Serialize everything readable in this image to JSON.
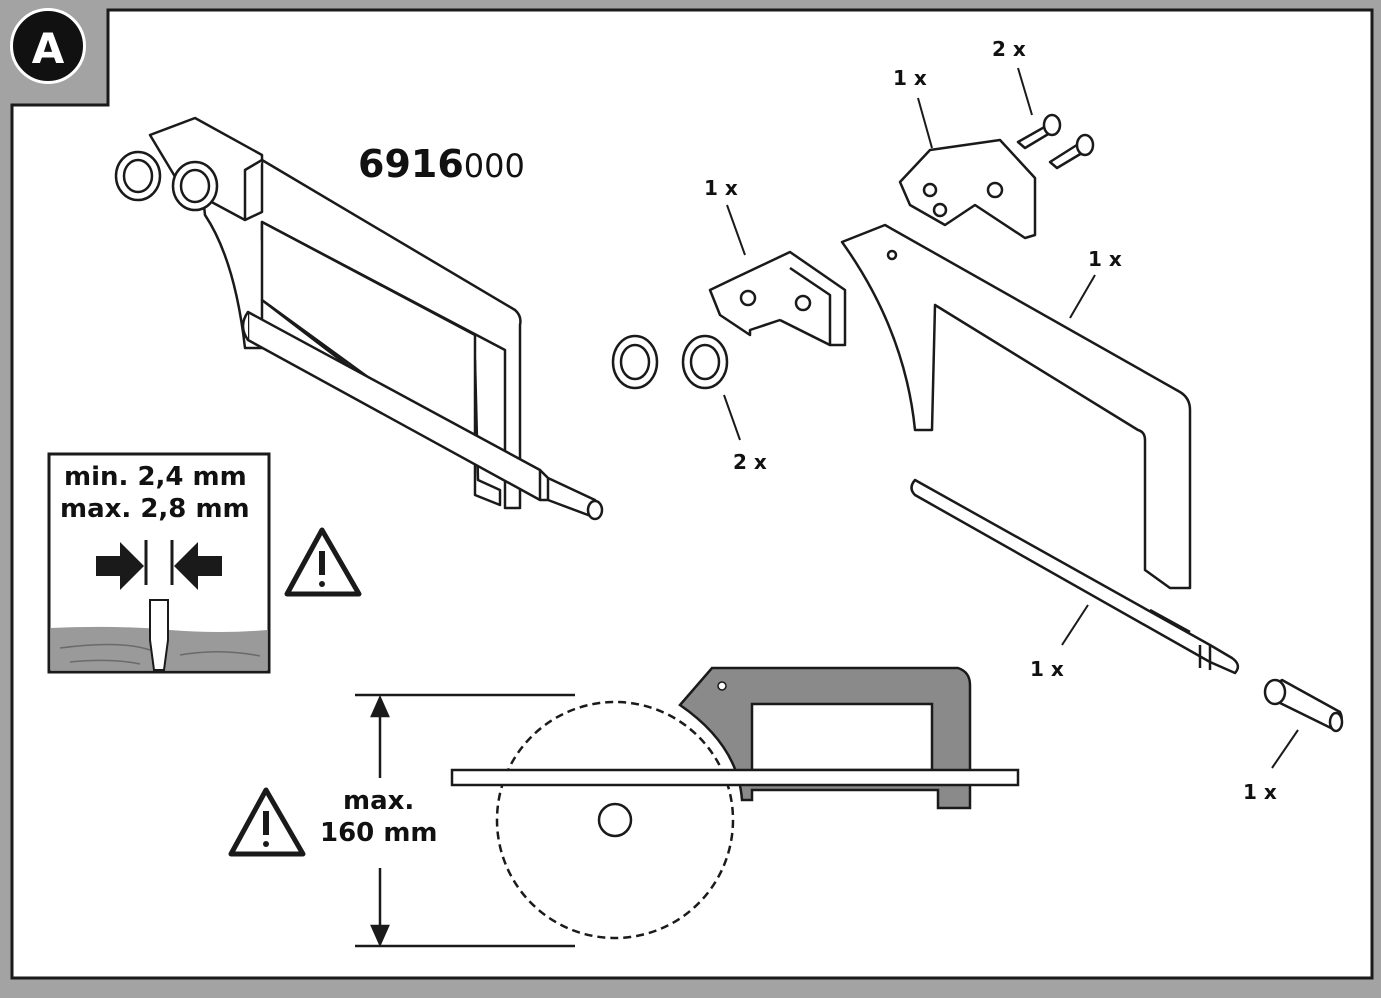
{
  "badge": {
    "letter": "A"
  },
  "model": {
    "number": "6916",
    "suffix": "000"
  },
  "quantities": {
    "roller_bracket": "1 x",
    "rollers": "2 x",
    "clamp": "1 x",
    "screws": "2 x",
    "guide_plate": "1 x",
    "rod": "1 x",
    "adapter": "1 x"
  },
  "gap_spec": {
    "min": "min. 2,4 mm",
    "max": "max. 2,8 mm"
  },
  "height_spec": {
    "line1": "max.",
    "line2": "160 mm"
  },
  "colors": {
    "frame_background": "#a3a3a3",
    "panel": "#ffffff",
    "line": "#1a1a1a",
    "dark_gray": "#555555",
    "guide_gray": "#8a8a8a",
    "wood": "#9a9a9a"
  }
}
